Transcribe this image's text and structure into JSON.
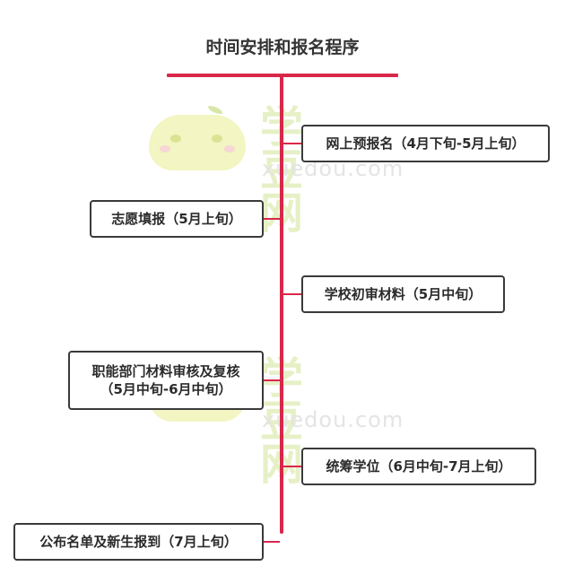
{
  "title": "时间安排和报名程序",
  "watermark": {
    "brand_cn": "学豆网",
    "brand_en": "xuedou.com"
  },
  "steps": [
    {
      "id": "online-prereg",
      "label": "网上预报名（4月下旬-5月上旬）",
      "side": "right"
    },
    {
      "id": "volunteer",
      "label": "志愿填报（5月上旬）",
      "side": "left"
    },
    {
      "id": "school-review",
      "label": "学校初审材料（5月中旬）",
      "side": "right"
    },
    {
      "id": "dept-review",
      "label_line1": "职能部门材料审核及复核",
      "label_line2": "（5月中旬-6月中旬）",
      "side": "left"
    },
    {
      "id": "placement",
      "label": "统筹学位（6月中旬-7月上旬）",
      "side": "right"
    },
    {
      "id": "publish",
      "label": "公布名单及新生报到（7月上旬）",
      "side": "left"
    }
  ],
  "colors": {
    "line": "#d9274a",
    "border": "#3a3a3a",
    "text": "#2b2b2b"
  }
}
